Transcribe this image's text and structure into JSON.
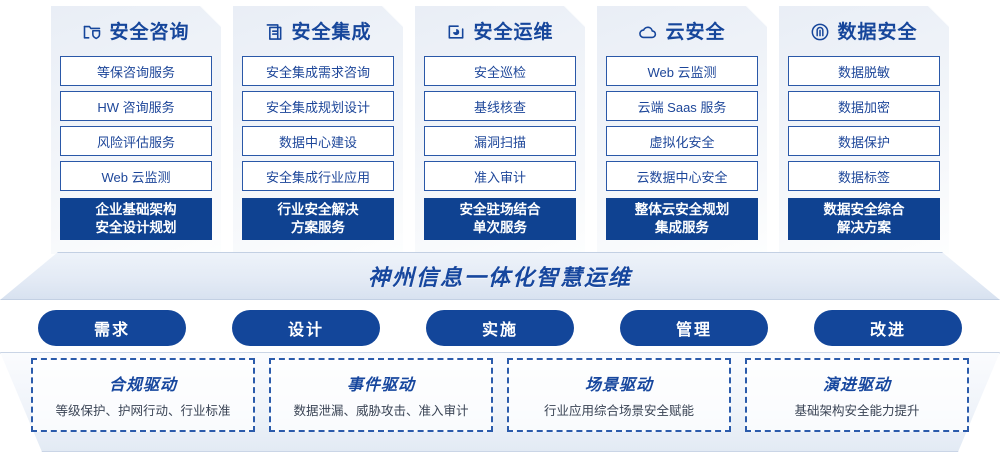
{
  "columns": [
    {
      "icon": "folder-shield-icon",
      "title": "安全咨询",
      "items": [
        "等保咨询服务",
        "HW 咨询服务",
        "风险评估服务",
        "Web 云监测"
      ],
      "highlight": [
        "企业基础架构",
        "安全设计规划"
      ]
    },
    {
      "icon": "document-stack-icon",
      "title": "安全集成",
      "items": [
        "安全集成需求咨询",
        "安全集成规划设计",
        "数据中心建设",
        "安全集成行业应用"
      ],
      "highlight": [
        "行业安全解决",
        "方案服务"
      ]
    },
    {
      "icon": "monitor-chart-icon",
      "title": "安全运维",
      "items": [
        "安全巡检",
        "基线核查",
        "漏洞扫描",
        "准入审计"
      ],
      "highlight": [
        "安全驻场结合",
        "单次服务"
      ]
    },
    {
      "icon": "cloud-icon",
      "title": "云安全",
      "items": [
        "Web 云监测",
        "云端 Saas 服务",
        "虚拟化安全",
        "云数据中心安全"
      ],
      "highlight": [
        "整体云安全规划",
        "集成服务"
      ]
    },
    {
      "icon": "fingerprint-icon",
      "title": "数据安全",
      "items": [
        "数据脱敏",
        "数据加密",
        "数据保护",
        "数据标签"
      ],
      "highlight": [
        "数据安全综合",
        "解决方案"
      ]
    }
  ],
  "banner": {
    "text": "神州信息一体化智慧运维"
  },
  "phases": [
    {
      "label": "需求"
    },
    {
      "label": "设计"
    },
    {
      "label": "实施"
    },
    {
      "label": "管理"
    },
    {
      "label": "改进"
    }
  ],
  "drivers": [
    {
      "title": "合规驱动",
      "desc": "等级保护、护网行动、行业标准"
    },
    {
      "title": "事件驱动",
      "desc": "数据泄漏、威胁攻击、准入审计"
    },
    {
      "title": "场景驱动",
      "desc": "行业应用综合场景安全赋能"
    },
    {
      "title": "演进驱动",
      "desc": "基础架构安全能力提升"
    }
  ],
  "colors": {
    "brand_blue": "#13469a",
    "deep_blue": "#0f4291",
    "text_blue": "#17479e",
    "border_blue": "#2a58a8",
    "panel_bg_light": "#eef2f8"
  }
}
